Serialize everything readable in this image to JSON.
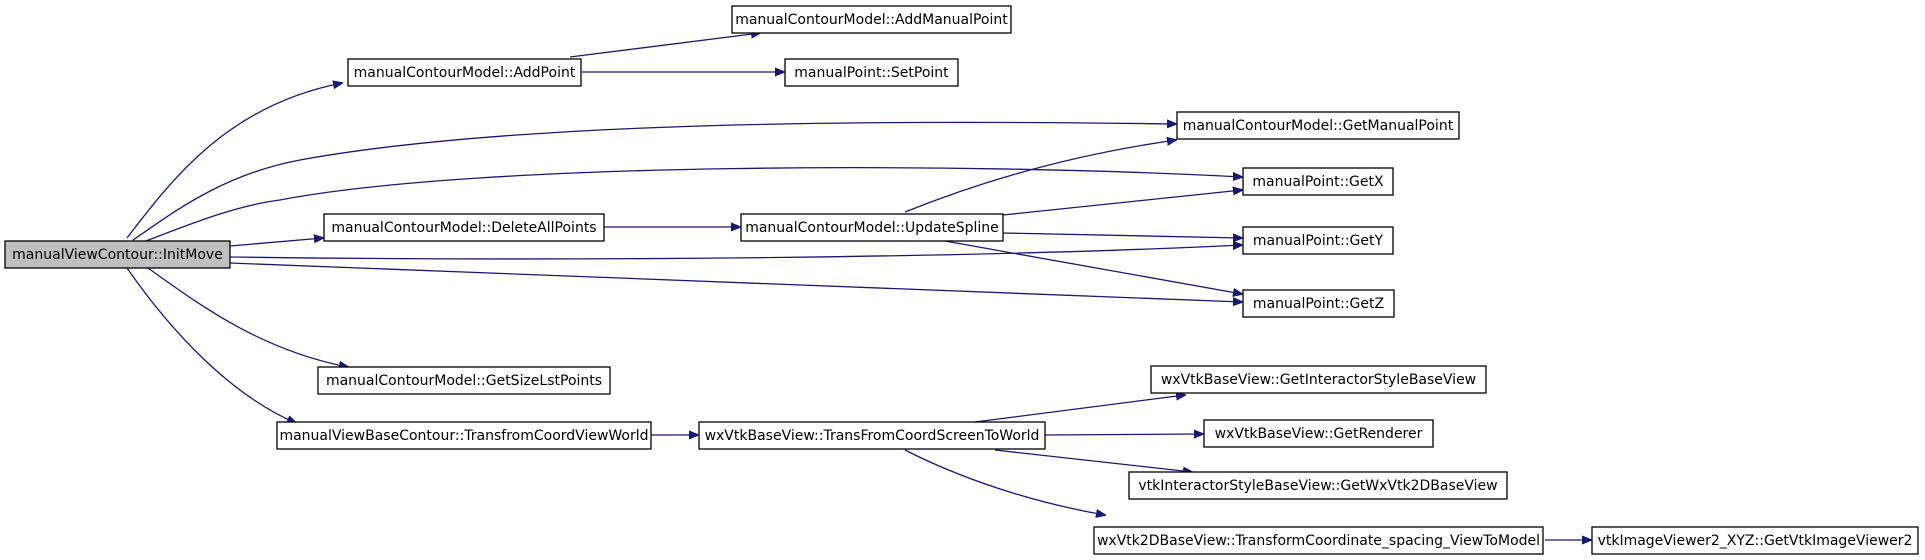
{
  "graph": {
    "nodes": {
      "n0": "manualViewContour::InitMove",
      "n1": "manualContourModel::AddPoint",
      "n2": "manualContourModel::AddManualPoint",
      "n3": "manualPoint::SetPoint",
      "n4": "manualContourModel::GetManualPoint",
      "n5": "manualPoint::GetX",
      "n6": "manualContourModel::DeleteAllPoints",
      "n7": "manualContourModel::UpdateSpline",
      "n8": "manualPoint::GetY",
      "n9": "manualPoint::GetZ",
      "n10": "manualContourModel::GetSizeLstPoints",
      "n11": "manualViewBaseContour::TransfromCoordViewWorld",
      "n12": "wxVtkBaseView::TransFromCoordScreenToWorld",
      "n13": "wxVtkBaseView::GetInteractorStyleBaseView",
      "n14": "wxVtkBaseView::GetRenderer",
      "n15": "vtkInteractorStyleBaseView::GetWxVtk2DBaseView",
      "n16": "wxVtk2DBaseView::TransformCoordinate_spacing_ViewToModel",
      "n17": "vtkImageViewer2_XYZ::GetVtkImageViewer2"
    },
    "colors": {
      "edge": "#191970",
      "root_fill": "#bfbfbf",
      "node_fill": "#ffffff",
      "node_border": "#000000"
    }
  }
}
